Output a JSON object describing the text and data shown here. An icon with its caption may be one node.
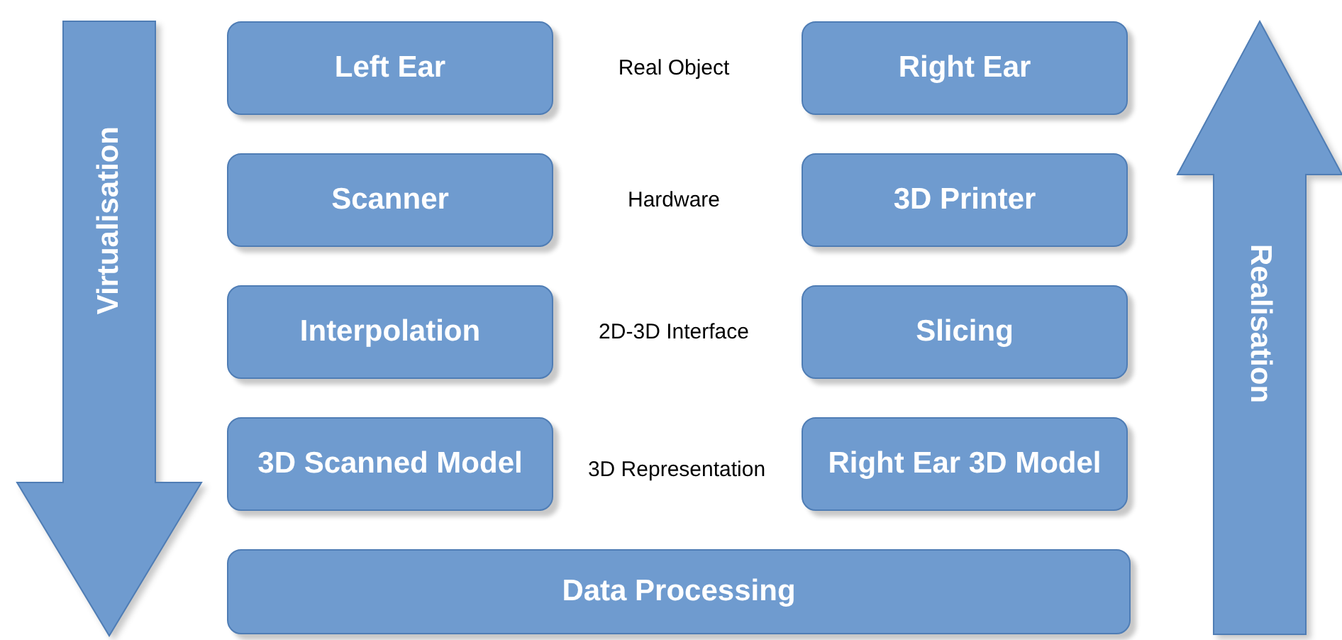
{
  "diagram": {
    "nodes": [
      {
        "text": [
          "Virtualisation"
        ]
      },
      {
        "text": [
          "Left Ear"
        ]
      },
      {
        "text": [
          "Right Ear"
        ]
      },
      {
        "text": [
          "Scanner"
        ]
      },
      {
        "text": [
          "3D Printer"
        ]
      },
      {
        "text": [
          "Interpolation"
        ]
      },
      {
        "text": [
          "Slicing"
        ]
      },
      {
        "text": [
          "3D Scanned Model"
        ]
      },
      {
        "text": [
          "Right Ear 3D Model"
        ]
      },
      {
        "text": [
          "Data Processing"
        ]
      },
      {
        "text": [
          "Realisation"
        ]
      }
    ],
    "labels": [
      "Real Object",
      "Hardware",
      "2D-3D Interface",
      "3D Representation"
    ]
  }
}
